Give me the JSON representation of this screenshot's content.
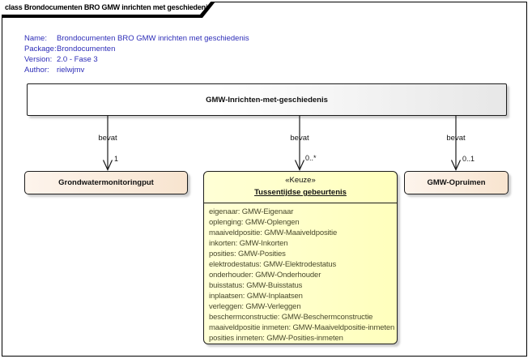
{
  "frame": {
    "title": "class Brondocumenten BRO GMW inrichten met geschiedenis"
  },
  "metadata": {
    "rows": [
      {
        "label": "Name:",
        "value": "Brondocumenten BRO GMW inrichten met geschiedenis"
      },
      {
        "label": "Package:",
        "value": "Brondocumenten"
      },
      {
        "label": "Version:",
        "value": "2.0 - Fase 3"
      },
      {
        "label": "Author:",
        "value": "rielwjmv"
      }
    ]
  },
  "main_class": {
    "name": "GMW-Inrichten-met-geschiedenis"
  },
  "relations": [
    {
      "label": "bevat",
      "multiplicity": "1",
      "target": "Grondwatermonitoringput"
    },
    {
      "label": "bevat",
      "multiplicity": "0..*",
      "target": "Tussentijdse gebeurtenis"
    },
    {
      "label": "bevat",
      "multiplicity": "0..1",
      "target": "GMW-Opruimen"
    }
  ],
  "left_class": {
    "name": "Grondwatermonitoringput"
  },
  "choice_class": {
    "stereotype": "«Keuze»",
    "name": "Tussentijdse gebeurtenis",
    "attributes": [
      "eigenaar: GMW-Eigenaar",
      "oplenging: GMW-Oplengen",
      "maaiveldpositie: GMW-Maaiveldpositie",
      "inkorten: GMW-Inkorten",
      "posities: GMW-Posities",
      "elektrodestatus: GMW-Elektrodestatus",
      "onderhouder: GMW-Onderhouder",
      "buisstatus: GMW-Buisstatus",
      "inplaatsen: GMW-Inplaatsen",
      "verleggen: GMW-Verleggen",
      "beschermconstructie: GMW-Beschermconstructie",
      "maaiveldpositie inmeten: GMW-Maaiveldpositie-inmeten",
      "posities inmeten: GMW-Posities-inmeten"
    ]
  },
  "right_class": {
    "name": "GMW-Opruimen"
  },
  "colors": {
    "metadata_text": "#2d2db8",
    "attribute_text": "#4a4a2d",
    "choice_fill": "#ffffc8",
    "class_fill_peach": "#f9e8d6",
    "main_fill_gradient_end": "#e7e7e7",
    "border": "#1c1c1c"
  }
}
